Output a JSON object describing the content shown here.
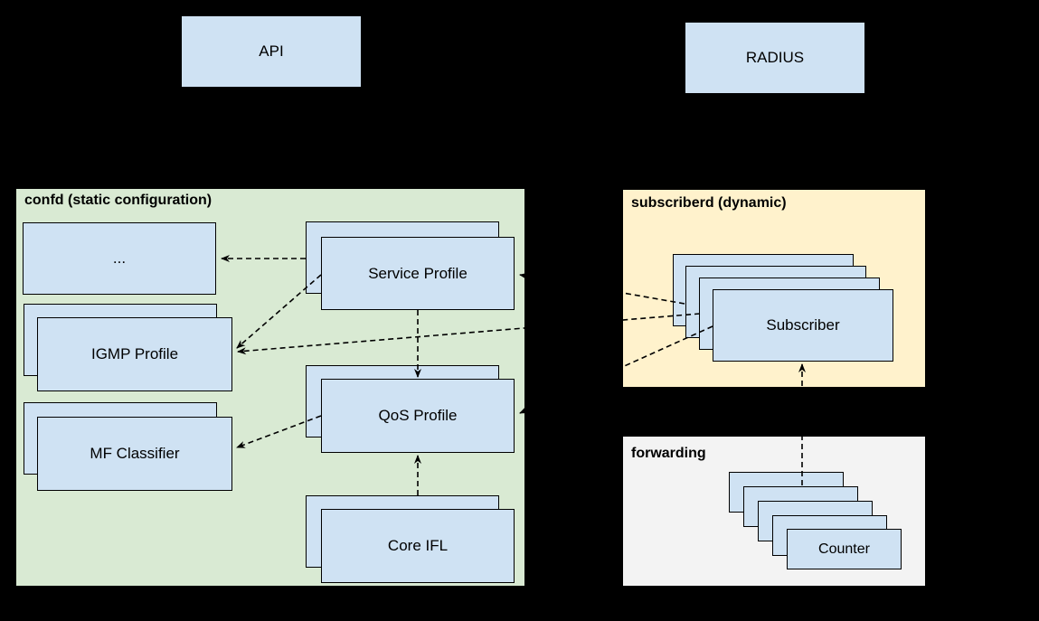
{
  "top_boxes": {
    "api": {
      "label": "API"
    },
    "radius": {
      "label": "RADIUS"
    }
  },
  "containers": {
    "confd": {
      "title": "confd (static configuration)",
      "fill": "#d9ead3"
    },
    "subscriberd": {
      "title": "subscriberd (dynamic)",
      "fill": "#fff2cc"
    },
    "forwarding": {
      "title": "forwarding",
      "fill": "#f3f3f3"
    }
  },
  "nodes": {
    "dots": {
      "label": "..."
    },
    "igmp": {
      "label": "IGMP Profile"
    },
    "mf": {
      "label": "MF Classifier"
    },
    "service": {
      "label": "Service Profile"
    },
    "qos": {
      "label": "QoS Profile"
    },
    "core": {
      "label": "Core IFL"
    },
    "subscriber": {
      "label": "Subscriber"
    },
    "counter": {
      "label": "Counter"
    }
  },
  "colors": {
    "background": "#000000",
    "node_fill": "#cfe2f3",
    "confd_fill": "#d9ead3",
    "subscriberd_fill": "#fff2cc",
    "forwarding_fill": "#f3f3f3",
    "border": "#000000",
    "connector": "#000000",
    "text": "#000000"
  }
}
